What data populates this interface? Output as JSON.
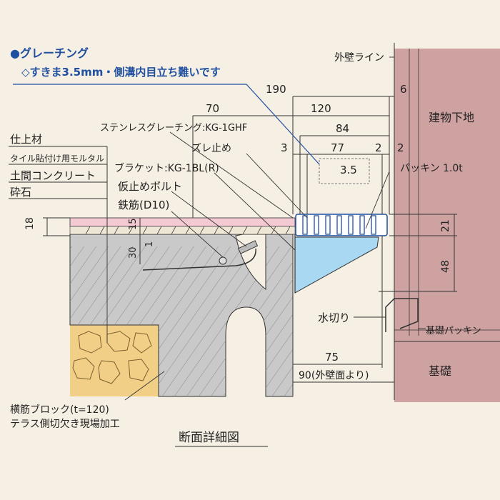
{
  "header": {
    "grating_title": "●グレーチング",
    "gap_note": "◇すきま3.5mm・側溝内目立ち難いです"
  },
  "labels": {
    "exterior_wall_line": "外壁ライン",
    "building_substrate": "建物下地",
    "finish_material": "仕上材",
    "tile_mortar": "タイル貼付け用モルタル",
    "concrete_floor": "土間コンクリート",
    "crushed_stone": "砕石",
    "stainless_grating": "ステンレスグレーチング:KG-1GHF",
    "slip_stopper": "ズレ止め",
    "bracket": "ブラケット:KG-1BL(R)",
    "temp_bolt": "仮止めボルト",
    "rebar": "鉄筋(D10)",
    "packing": "パッキン 1.0t",
    "drip": "水切り",
    "foundation_packing": "基礎パッキン",
    "foundation": "基礎",
    "block_line1": "横筋ブロック(t=120)",
    "block_line2": "テラス側切欠き現場加工",
    "drawing_title": "断面詳細図"
  },
  "dimensions": {
    "d190": "190",
    "d6": "6",
    "d70": "70",
    "d120": "120",
    "d84": "84",
    "d3": "3",
    "d77": "77",
    "d2a": "2",
    "d2b": "2",
    "d3_5": "3.5",
    "d18": "18",
    "d15": "15",
    "d30": "30",
    "d1": "1",
    "d21": "21",
    "d48": "48",
    "d75": "75",
    "d90": "90(外壁面より)"
  },
  "colors": {
    "background": "#f6efe3",
    "wall": "#cfa2a2",
    "tile": "#f3c9d2",
    "concrete": "#c9c9c9",
    "gravel": "#f2cf86",
    "bracket_blue": "#a9d8f2",
    "note_blue": "#1f4fa0"
  }
}
